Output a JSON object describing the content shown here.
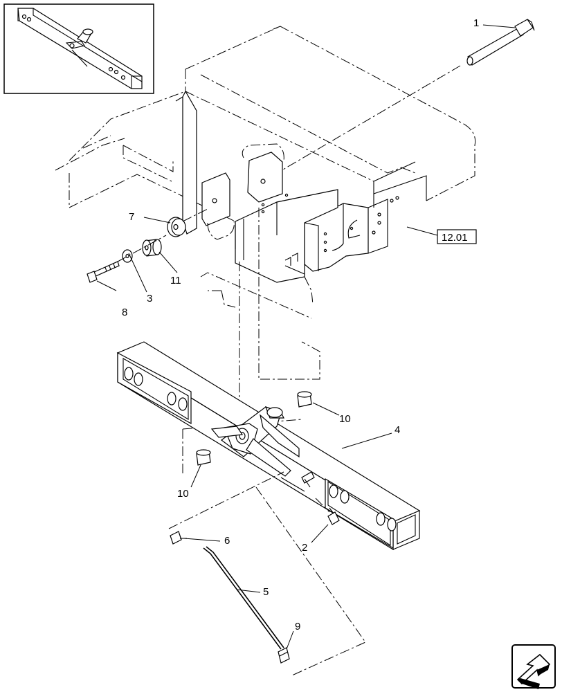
{
  "diagram": {
    "callouts": [
      {
        "id": "1",
        "label": "1"
      },
      {
        "id": "2",
        "label": "2"
      },
      {
        "id": "3",
        "label": "3"
      },
      {
        "id": "4",
        "label": "4"
      },
      {
        "id": "5",
        "label": "5"
      },
      {
        "id": "6",
        "label": "6"
      },
      {
        "id": "7",
        "label": "7"
      },
      {
        "id": "8",
        "label": "8"
      },
      {
        "id": "9",
        "label": "9"
      },
      {
        "id": "10a",
        "label": "10"
      },
      {
        "id": "10b",
        "label": "10"
      },
      {
        "id": "11",
        "label": "11"
      }
    ],
    "reference_box": {
      "label": "12.01"
    }
  },
  "nav_icon": "return-arrow-icon"
}
